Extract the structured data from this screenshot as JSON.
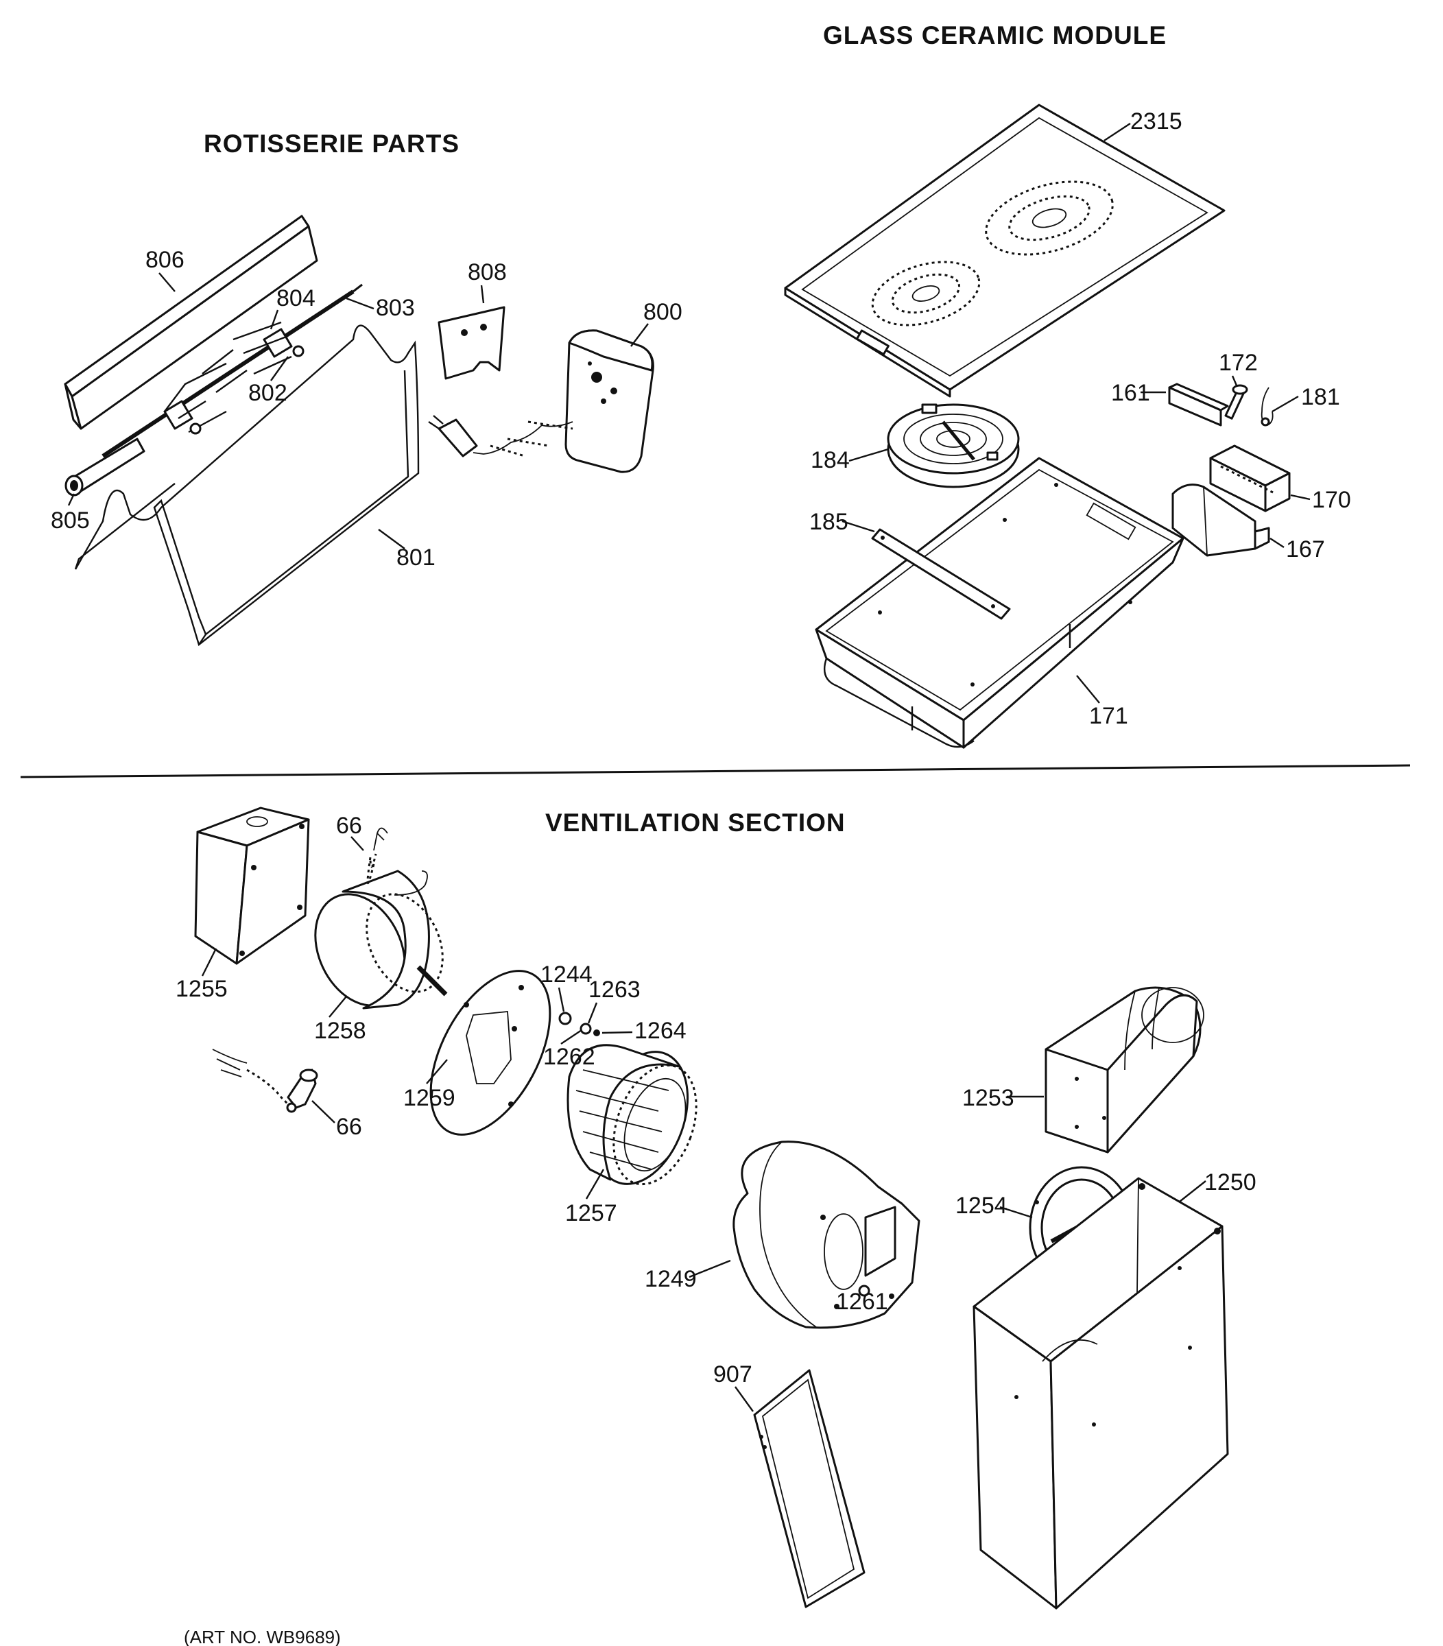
{
  "sections": {
    "glass": "GLASS CERAMIC MODULE",
    "rotisserie": "ROTISSERIE PARTS",
    "ventilation": "VENTILATION SECTION"
  },
  "labels": {
    "p2315": "2315",
    "p806": "806",
    "p808": "808",
    "p804": "804",
    "p803": "803",
    "p800": "800",
    "p802": "802",
    "p805": "805",
    "p801": "801",
    "p172": "172",
    "p161": "161",
    "p181": "181",
    "p184": "184",
    "p170": "170",
    "p185": "185",
    "p167": "167",
    "p171": "171",
    "p66a": "66",
    "p1255": "1255",
    "p1258": "1258",
    "p1244": "1244",
    "p1263": "1263",
    "p1264": "1264",
    "p1262": "1262",
    "p1259": "1259",
    "p66b": "66",
    "p1253": "1253",
    "p1257": "1257",
    "p1250": "1250",
    "p1254": "1254",
    "p1249": "1249",
    "p1261": "1261",
    "p907": "907"
  },
  "footer": {
    "art_no": "(ART NO. WB9689)"
  }
}
